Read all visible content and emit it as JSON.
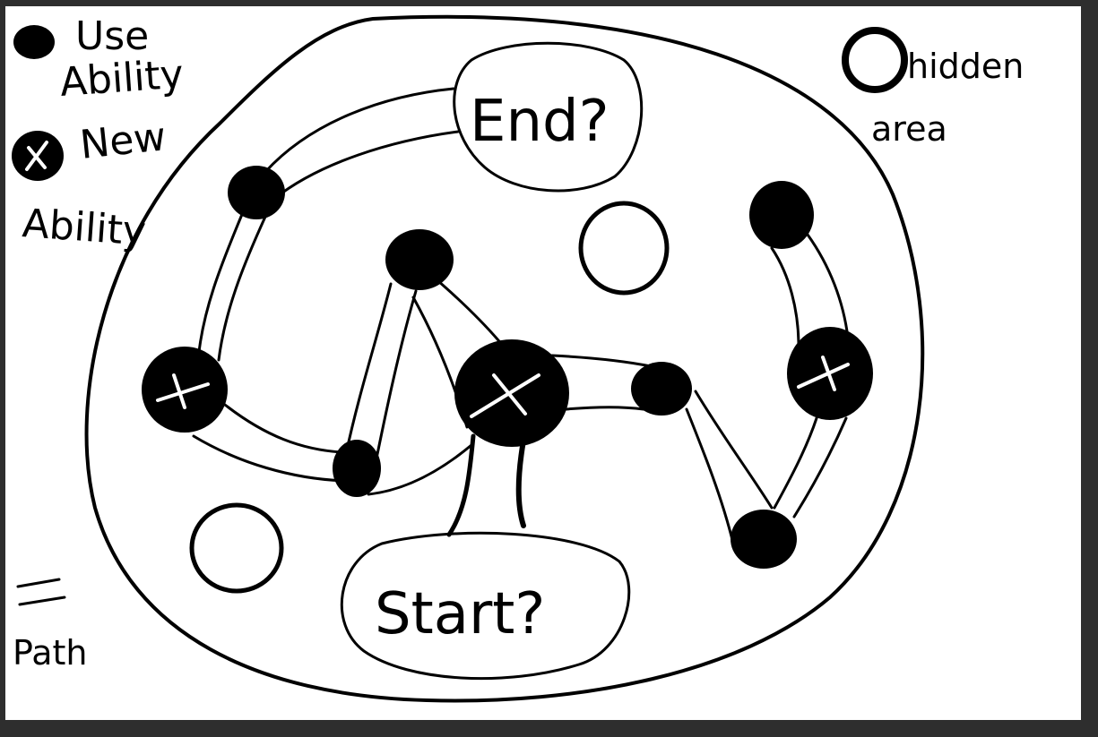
{
  "legend": {
    "use_label_line1": "Use",
    "use_label_line2": "Ability",
    "new_label_line1": "New",
    "new_label_line2": "Ability",
    "hidden_label_line1": "hidden",
    "hidden_label_line2": "area",
    "path_symbol": "=",
    "path_label": "Path"
  },
  "map": {
    "end_label": "End?",
    "start_label": "Start?"
  },
  "node_marks": {
    "new_ability_mark": "×"
  },
  "colors": {
    "background": "#2e2e2e",
    "paper": "#ffffff",
    "ink": "#000000"
  }
}
